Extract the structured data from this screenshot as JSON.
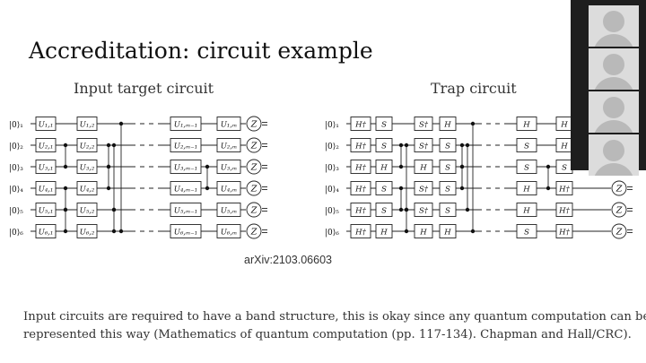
{
  "slide": {
    "title": "Accreditation: circuit example",
    "left_subtitle": "Input target circuit",
    "right_subtitle": "Trap circuit",
    "reference": "arXiv:2103.06603",
    "body_line_1": "Input circuits are required to have a band structure, this is okay since any quantum computation can be",
    "body_line_2": "represented this way (Mathematics of quantum computation (pp. 117-134). Chapman and Hall/CRC)."
  },
  "left_circuit": {
    "inputs": [
      "|0⟩₁",
      "|0⟩₂",
      "|0⟩₃",
      "|0⟩₄",
      "|0⟩₅",
      "|0⟩₆"
    ],
    "col1": [
      "U₁,₁",
      "U₂,₁",
      "U₃,₁",
      "U₄,₁",
      "U₅,₁",
      "U₆,₁"
    ],
    "col2": [
      "U₁,₂",
      "U₂,₂",
      "U₃,₂",
      "U₄,₂",
      "U₅,₂",
      "U₆,₂"
    ],
    "col3": [
      "U₁,ₘ₋₁",
      "U₂,ₘ₋₁",
      "U₃,ₘ₋₁",
      "U₄,ₘ₋₁",
      "U₅,ₘ₋₁",
      "U₆,ₘ₋₁"
    ],
    "col4": [
      "U₁,ₘ",
      "U₂,ₘ",
      "U₃,ₘ",
      "U₄,ₘ",
      "U₅,ₘ",
      "U₆,ₘ"
    ],
    "measure": "Z"
  },
  "right_circuit": {
    "inputs": [
      "|0⟩₁",
      "|0⟩₂",
      "|0⟩₃",
      "|0⟩₄",
      "|0⟩₅",
      "|0⟩₆"
    ],
    "col1": [
      "H†",
      "H†",
      "H†",
      "H†",
      "H†",
      "H†"
    ],
    "col2": [
      "S",
      "S",
      "H",
      "S",
      "S",
      "H"
    ],
    "col3": [
      "S†",
      "S†",
      "H",
      "S†",
      "S†",
      "H"
    ],
    "col4": [
      "H",
      "S",
      "S",
      "S",
      "S",
      "H"
    ],
    "col5": [
      "H",
      "S",
      "S",
      "H",
      "H",
      "S"
    ],
    "col6": [
      "H",
      "H",
      "S",
      "H†",
      "H†",
      "H†"
    ],
    "measure": "Z"
  },
  "participants": {
    "count": 4
  }
}
